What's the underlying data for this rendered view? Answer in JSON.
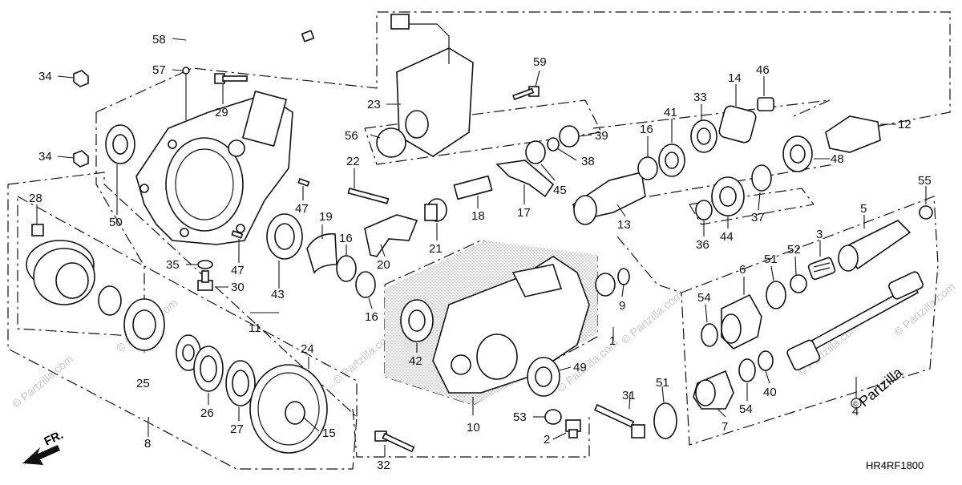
{
  "diagram": {
    "code": "HR4RF1800",
    "direction_label": "FR.",
    "brand": "Partzilla",
    "watermark": "© Partzilla.com"
  },
  "callouts": [
    {
      "id": "c58",
      "text": "58"
    },
    {
      "id": "c57",
      "text": "57"
    },
    {
      "id": "c34a",
      "text": "34"
    },
    {
      "id": "c29",
      "text": "29"
    },
    {
      "id": "c34b",
      "text": "34"
    },
    {
      "id": "c28",
      "text": "28"
    },
    {
      "id": "c50",
      "text": "50"
    },
    {
      "id": "c35",
      "text": "35"
    },
    {
      "id": "c30",
      "text": "30"
    },
    {
      "id": "c47a",
      "text": "47"
    },
    {
      "id": "c47b",
      "text": "47"
    },
    {
      "id": "c43",
      "text": "43"
    },
    {
      "id": "c11",
      "text": "11"
    },
    {
      "id": "c25",
      "text": "25"
    },
    {
      "id": "c24",
      "text": "24"
    },
    {
      "id": "c26",
      "text": "26"
    },
    {
      "id": "c27",
      "text": "27"
    },
    {
      "id": "c15",
      "text": "15"
    },
    {
      "id": "c8",
      "text": "8"
    },
    {
      "id": "c32",
      "text": "32"
    },
    {
      "id": "c19",
      "text": "19"
    },
    {
      "id": "c16a",
      "text": "16"
    },
    {
      "id": "c16b",
      "text": "16"
    },
    {
      "id": "c22",
      "text": "22"
    },
    {
      "id": "c21",
      "text": "21"
    },
    {
      "id": "c20",
      "text": "20"
    },
    {
      "id": "c18",
      "text": "18"
    },
    {
      "id": "c17",
      "text": "17"
    },
    {
      "id": "c23",
      "text": "23"
    },
    {
      "id": "c56",
      "text": "56"
    },
    {
      "id": "c59",
      "text": "59"
    },
    {
      "id": "c38",
      "text": "38"
    },
    {
      "id": "c39",
      "text": "39"
    },
    {
      "id": "c45",
      "text": "45"
    },
    {
      "id": "c42",
      "text": "42"
    },
    {
      "id": "c10",
      "text": "10"
    },
    {
      "id": "c53",
      "text": "53"
    },
    {
      "id": "c2",
      "text": "2"
    },
    {
      "id": "c49",
      "text": "49"
    },
    {
      "id": "c9",
      "text": "9"
    },
    {
      "id": "c1",
      "text": "1"
    },
    {
      "id": "c31",
      "text": "31"
    },
    {
      "id": "c51a",
      "text": "51"
    },
    {
      "id": "c13",
      "text": "13"
    },
    {
      "id": "c16c",
      "text": "16"
    },
    {
      "id": "c41",
      "text": "41"
    },
    {
      "id": "c33",
      "text": "33"
    },
    {
      "id": "c14",
      "text": "14"
    },
    {
      "id": "c46",
      "text": "46"
    },
    {
      "id": "c12",
      "text": "12"
    },
    {
      "id": "c48",
      "text": "48"
    },
    {
      "id": "c36",
      "text": "36"
    },
    {
      "id": "c44",
      "text": "44"
    },
    {
      "id": "c37",
      "text": "37"
    },
    {
      "id": "c55",
      "text": "55"
    },
    {
      "id": "c5",
      "text": "5"
    },
    {
      "id": "c3",
      "text": "3"
    },
    {
      "id": "c52",
      "text": "52"
    },
    {
      "id": "c51b",
      "text": "51"
    },
    {
      "id": "c6",
      "text": "6"
    },
    {
      "id": "c54a",
      "text": "54"
    },
    {
      "id": "c54b",
      "text": "54"
    },
    {
      "id": "c40",
      "text": "40"
    },
    {
      "id": "c7",
      "text": "7"
    },
    {
      "id": "c4",
      "text": "4"
    }
  ]
}
